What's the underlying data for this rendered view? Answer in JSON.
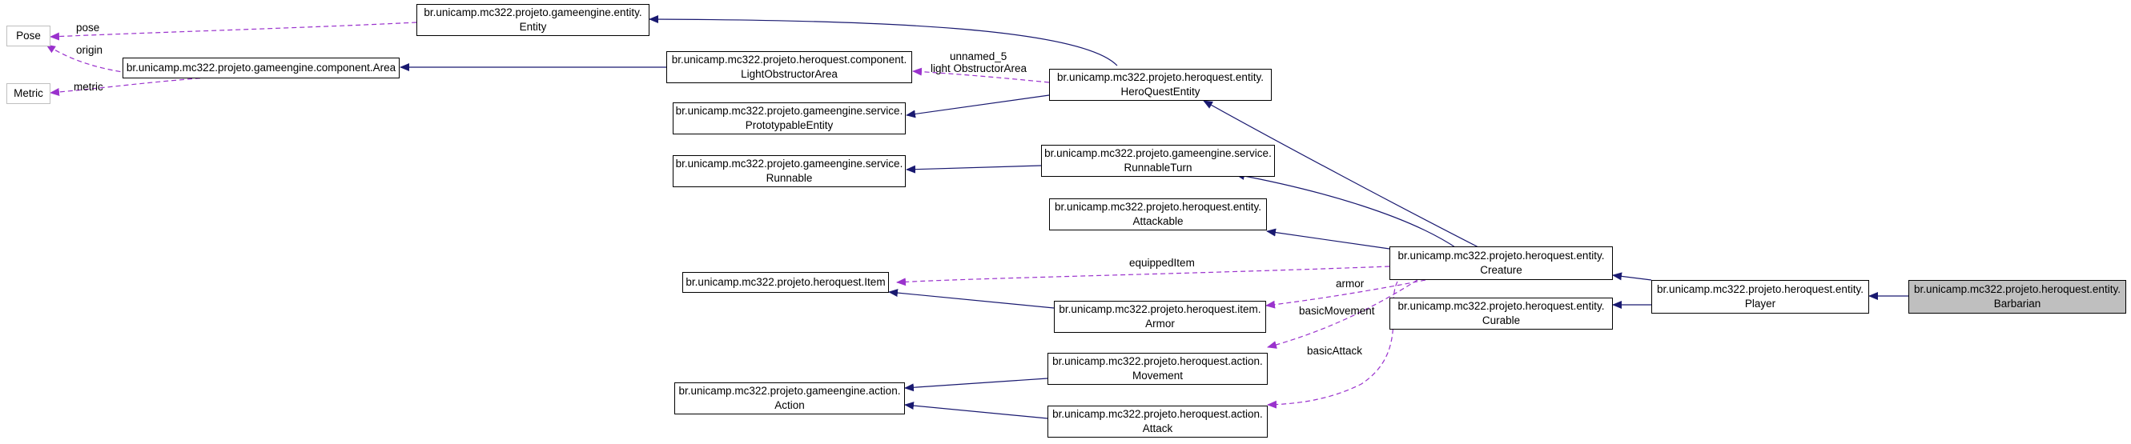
{
  "nodes": {
    "pose": [
      "Pose"
    ],
    "metric": [
      "Metric"
    ],
    "entity": [
      "br.unicamp.mc322.projeto.gameengine.entity.",
      "Entity"
    ],
    "area": [
      "br.unicamp.mc322.projeto.gameengine.component.Area"
    ],
    "lightobs": [
      "br.unicamp.mc322.projeto.heroquest.component.",
      "LightObstructorArea"
    ],
    "protoent": [
      "br.unicamp.mc322.projeto.gameengine.service.",
      "PrototypableEntity"
    ],
    "runnable": [
      "br.unicamp.mc322.projeto.gameengine.service.",
      "Runnable"
    ],
    "hqentity": [
      "br.unicamp.mc322.projeto.heroquest.entity.",
      "HeroQuestEntity"
    ],
    "runturn": [
      "br.unicamp.mc322.projeto.gameengine.service.",
      "RunnableTurn"
    ],
    "attackable": [
      "br.unicamp.mc322.projeto.heroquest.entity.",
      "Attackable"
    ],
    "item": [
      "br.unicamp.mc322.projeto.heroquest.Item"
    ],
    "armor": [
      "br.unicamp.mc322.projeto.heroquest.item.",
      "Armor"
    ],
    "movement": [
      "br.unicamp.mc322.projeto.heroquest.action.",
      "Movement"
    ],
    "action": [
      "br.unicamp.mc322.projeto.gameengine.action.",
      "Action"
    ],
    "attack": [
      "br.unicamp.mc322.projeto.heroquest.action.",
      "Attack"
    ],
    "creature": [
      "br.unicamp.mc322.projeto.heroquest.entity.",
      "Creature"
    ],
    "curable": [
      "br.unicamp.mc322.projeto.heroquest.entity.",
      "Curable"
    ],
    "player": [
      "br.unicamp.mc322.projeto.heroquest.entity.",
      "Player"
    ],
    "barbarian": [
      "br.unicamp.mc322.projeto.heroquest.entity.",
      "Barbarian"
    ]
  },
  "edge_labels": {
    "pose": "pose",
    "origin": "origin",
    "metric": "metric",
    "unnamed5": [
      "unnamed_5",
      "light ObstructorArea"
    ],
    "equippedItem": "equippedItem",
    "armor": "armor",
    "basicMovement": "basicMovement",
    "basicAttack": "basicAttack"
  },
  "colors": {
    "inheritance": "#191970",
    "usage": "#9a32cd",
    "self_fill": "#bfbfbf",
    "external_border": "#bfbfbf"
  }
}
